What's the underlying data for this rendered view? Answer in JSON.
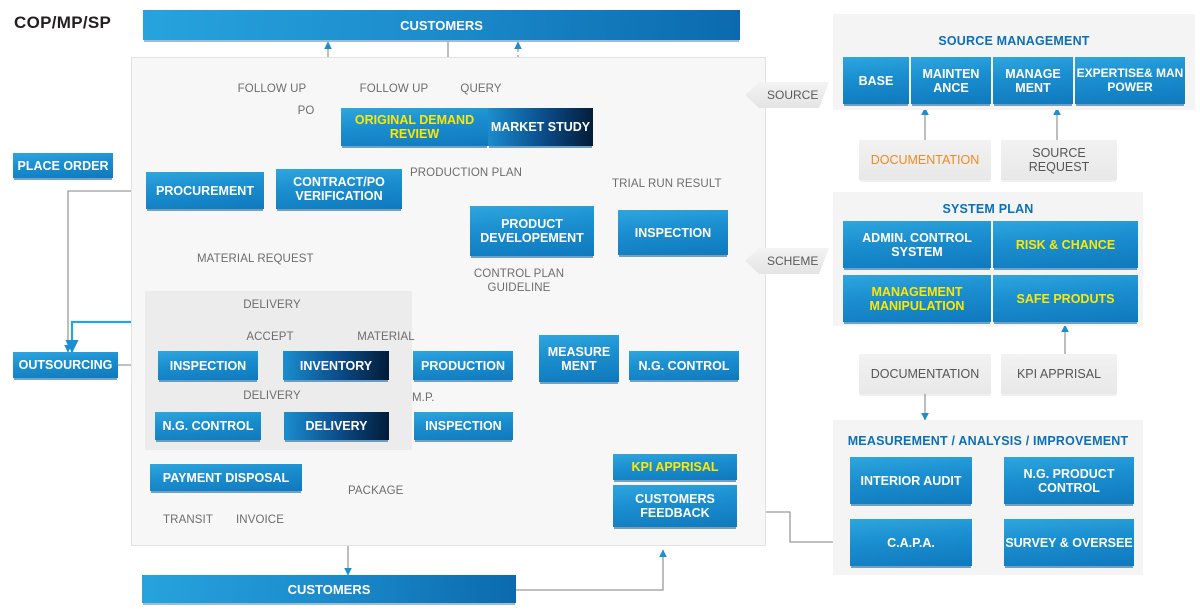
{
  "title": "COP/MP/SP",
  "top_bar": {
    "label": "CUSTOMERS"
  },
  "bottom_bar": {
    "label": "CUSTOMERS"
  },
  "left_boxes": [
    {
      "label": "PLACE ORDER"
    },
    {
      "label": "OUTSOURCING"
    }
  ],
  "main_panel": {
    "boxes": {
      "original_demand_review": "ORIGINAL DEMAND REVIEW",
      "market_study": "MARKET STUDY",
      "procurement": "PROCUREMENT",
      "contract_po_verification": "CONTRACT/PO VERIFICATION",
      "product_developement": "PRODUCT DEVELOPEMENT",
      "inspection_top": "INSPECTION",
      "inspection_left": "INSPECTION",
      "inventory": "INVENTORY",
      "production": "PRODUCTION",
      "measurement": "MEASURE MENT",
      "ng_control_right": "N.G. CONTROL",
      "ng_control_left": "N.G. CONTROL",
      "delivery": "DELIVERY",
      "inspection_bottom": "INSPECTION",
      "payment_disposal": "PAYMENT DISPOSAL",
      "kpi_apprisal": "KPI APPRISAL",
      "customers_feedback": "CUSTOMERS FEEDBACK"
    },
    "edge_labels": {
      "follow_up_1": "FOLLOW UP",
      "po": "PO",
      "follow_up_2": "FOLLOW UP",
      "query": "QUERY",
      "production_plan": "PRODUCTION PLAN",
      "trial_run_result": "TRIAL RUN RESULT",
      "material_request": "MATERIAL REQUEST",
      "control_plan_guideline": "CONTROL PLAN GUIDELINE",
      "delivery_top": "DELIVERY",
      "accept": "ACCEPT",
      "material": "MATERIAL",
      "delivery_mid": "DELIVERY",
      "mp": "M.P.",
      "package": "PACKAGE",
      "transit": "TRANSIT",
      "invoice": "INVOICE"
    }
  },
  "chevrons": [
    {
      "label": "SOURCE"
    },
    {
      "label": "SCHEME"
    }
  ],
  "right_panels": [
    {
      "title": "SOURCE MANAGEMENT",
      "boxes": [
        "BASE",
        "MAINTEN ANCE",
        "MANAGE MENT",
        "EXPERTISE& MAN POWER"
      ],
      "under": [
        "DOCUMENTATION",
        "SOURCE REQUEST"
      ]
    },
    {
      "title": "SYSTEM PLAN",
      "boxes": [
        "ADMIN. CONTROL SYSTEM",
        "RISK & CHANCE",
        "MANAGEMENT MANIPULATION",
        "SAFE PRODUTS"
      ],
      "under": [
        "DOCUMENTATION",
        "KPI APPRISAL"
      ]
    },
    {
      "title": "MEASUREMENT / ANALYSIS / IMPROVEMENT",
      "boxes": [
        "INTERIOR AUDIT",
        "N.G. PRODUCT CONTROL",
        "C.A.P.A.",
        "SURVEY & OVERSEE"
      ]
    }
  ],
  "colors": {
    "accent_blue": "#1b8fd0",
    "title_blue": "#0d6fb8",
    "highlight_yellow": "#ffe800",
    "orange": "#f08a22",
    "line_gray": "#9a9a9a",
    "panel_bg": "#f4f4f4"
  }
}
